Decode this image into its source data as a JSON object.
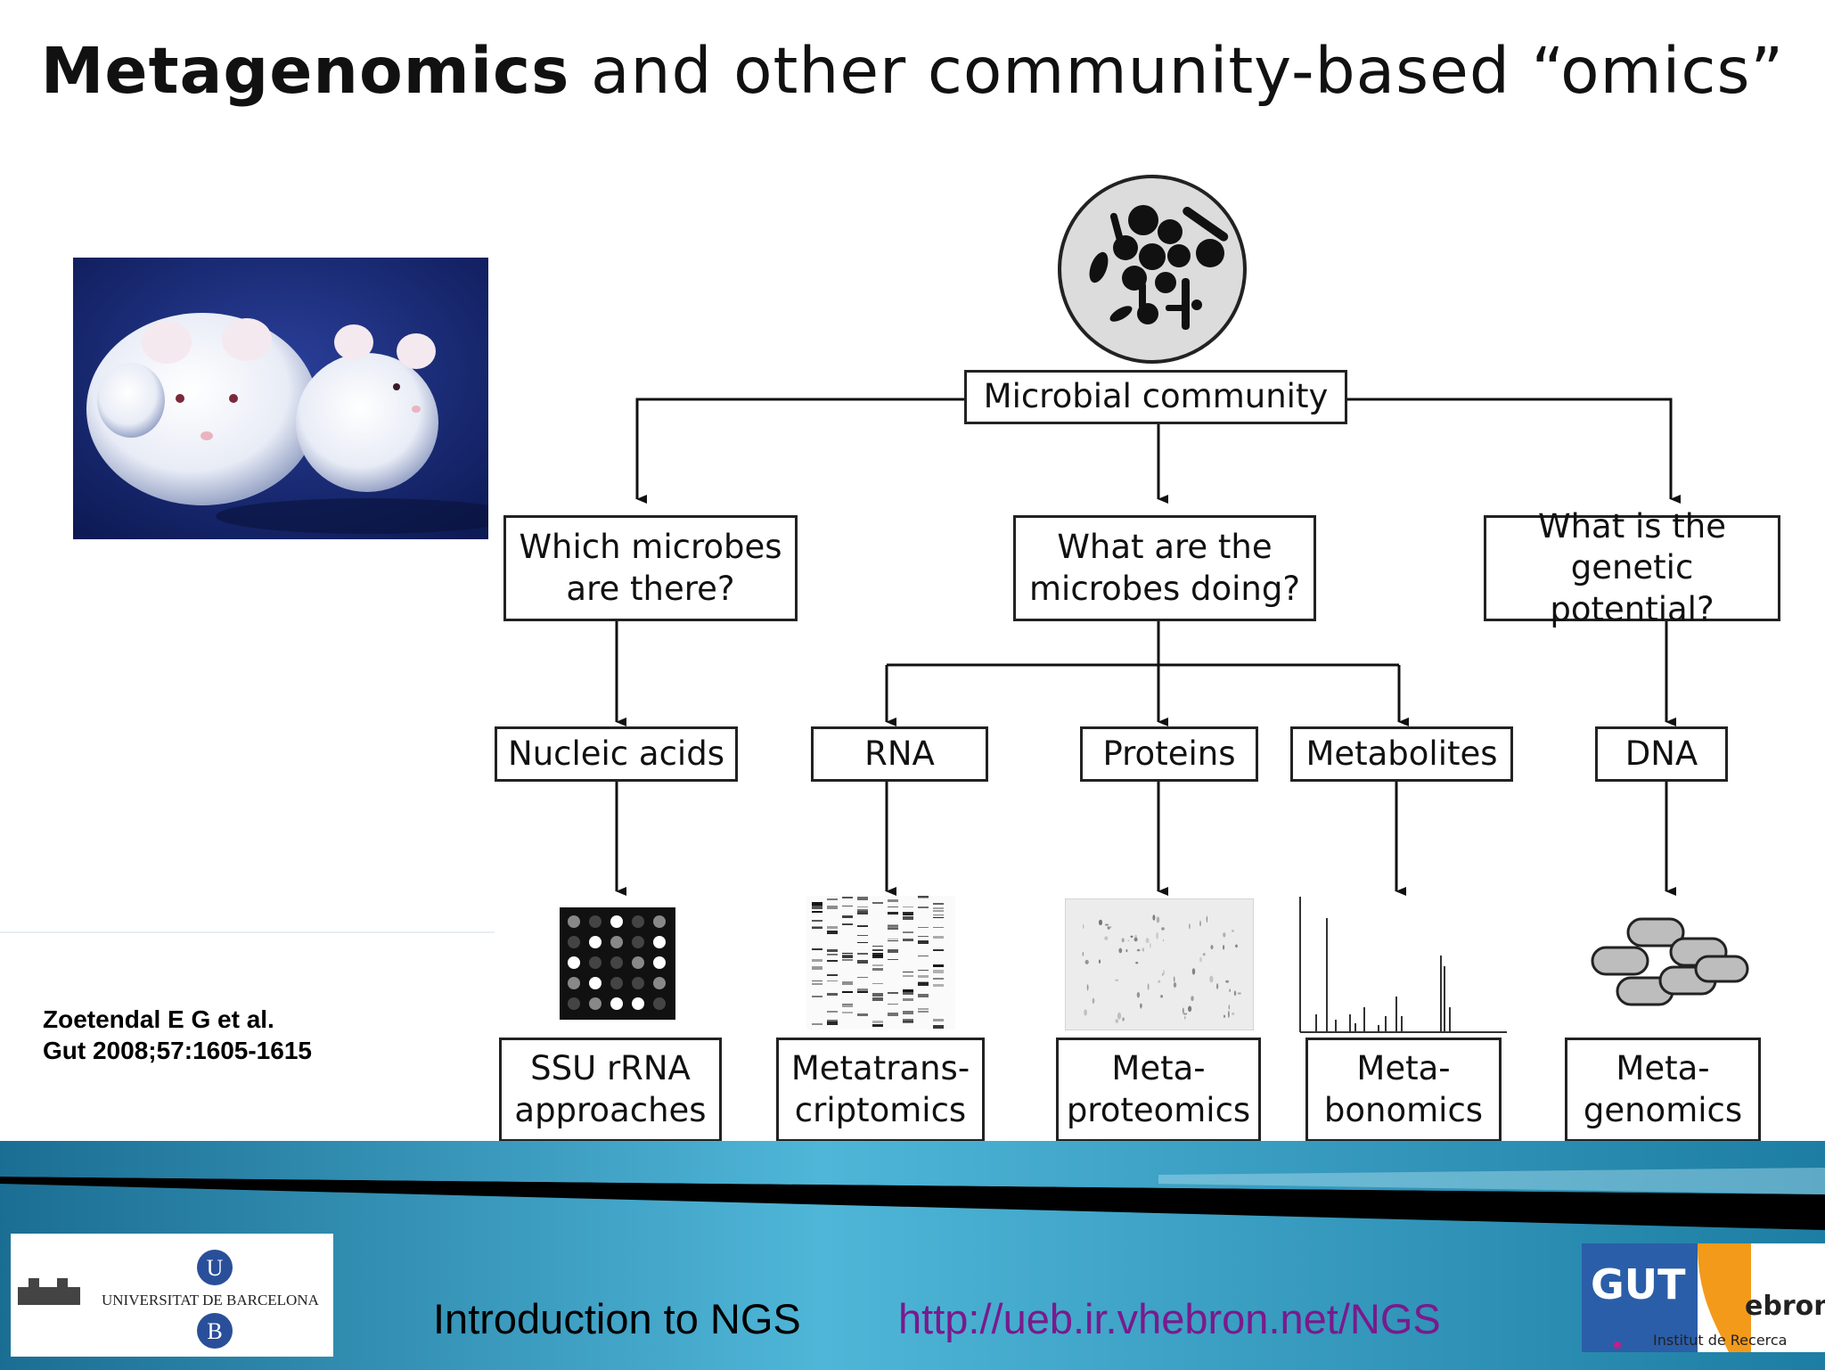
{
  "title": {
    "bold": "Metagenomics",
    "rest": " and other community-based “omics”"
  },
  "diagram": {
    "root": "Microbial community",
    "questions": [
      "Which microbes\nare there?",
      "What are the\nmicrobes doing?",
      "What is the\ngenetic potential?"
    ],
    "molecules": [
      "Nucleic acids",
      "RNA",
      "Proteins",
      "Metabolites",
      "DNA"
    ],
    "approaches": [
      "SSU rRNA\napproaches",
      "Metatrans-\ncriptomics",
      "Meta-\nproteomics",
      "Meta-\nbonomics",
      "Meta-\ngenomics"
    ]
  },
  "citation": {
    "line1": "Zoetendal E G et al.",
    "line2": "Gut 2008;57:1605-1615"
  },
  "footer": {
    "course": "Introduction to NGS",
    "url": "http://ueb.ir.vhebron.net/NGS",
    "ub_name": "UNIVERSITAT DE BARCELONA",
    "ub_letter_top": "U",
    "ub_letter_bottom": "B",
    "gut_logo": "GUT",
    "vhir_text": "ebron",
    "vhir_sub": "Institut de Recerca"
  },
  "colors": {
    "url": "#7a1a8c",
    "footer_band": "#2e8fb0",
    "gut_blue": "#2b5ea8",
    "gut_orange": "#f39a1b"
  }
}
